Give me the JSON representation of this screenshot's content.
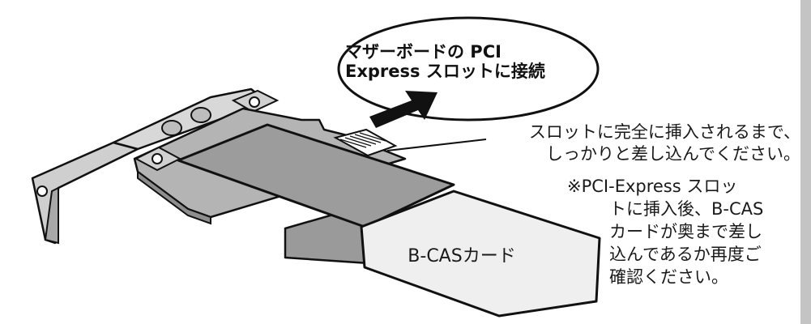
{
  "bubble": {
    "line1": "マザーボードの PCI",
    "line2": "Express スロットに接続"
  },
  "callout_insert": {
    "line1": "スロットに完全に挿入されるまで、",
    "line2": "しっかりと差し込んでください。"
  },
  "note": {
    "line1": "※PCI-Express スロッ",
    "line2": "トに挿入後、B-CAS",
    "line3": "カードが奥まで差し",
    "line4": "込んであるか再度ご",
    "line5": "確認ください。"
  },
  "card_label": "B-CASカード",
  "colors": {
    "board_fill": "#b4b4b4",
    "card_fill": "#efefef",
    "bracket_fill": "#cfcfcf",
    "outline": "#111111",
    "sidebar": "#c4c4c4"
  }
}
